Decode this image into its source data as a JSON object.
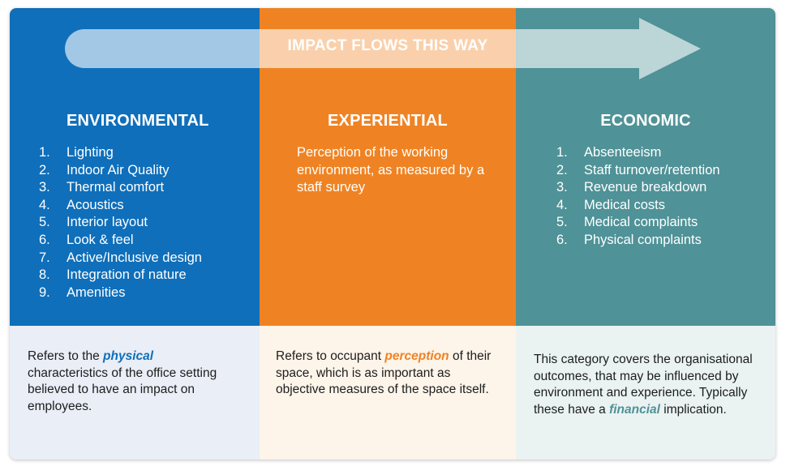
{
  "arrow": {
    "label": "IMPACT FLOWS THIS WAY"
  },
  "colors": {
    "environmental": "#0f6fba",
    "experiential": "#ef8323",
    "economic": "#4f9297"
  },
  "columns": {
    "environmental": {
      "heading": "ENVIRONMENTAL",
      "items": [
        {
          "num": "1.",
          "text": "Lighting"
        },
        {
          "num": "2.",
          "text": "Indoor Air Quality"
        },
        {
          "num": "3.",
          "text": "Thermal comfort"
        },
        {
          "num": "4.",
          "text": "Acoustics"
        },
        {
          "num": "5.",
          "text": "Interior layout"
        },
        {
          "num": "6.",
          "text": "Look & feel"
        },
        {
          "num": "7.",
          "text": "Active/Inclusive design"
        },
        {
          "num": "8.",
          "text": "Integration of nature"
        },
        {
          "num": "9.",
          "text": "Amenities"
        }
      ],
      "desc_before": "Refers to the ",
      "desc_emphasis": "physical",
      "desc_after": " characteristics of the office setting believed to have an impact on employees."
    },
    "experiential": {
      "heading": "EXPERIENTIAL",
      "text": "Perception of the working environment, as measured by a staff survey",
      "desc_before": "Refers to occupant ",
      "desc_emphasis": "perception",
      "desc_after": " of their space, which is as important as objective measures of the space itself."
    },
    "economic": {
      "heading": "ECONOMIC",
      "items": [
        {
          "num": "1.",
          "text": "Absenteeism"
        },
        {
          "num": "2.",
          "text": "Staff turnover/retention"
        },
        {
          "num": "3.",
          "text": "Revenue breakdown"
        },
        {
          "num": "4.",
          "text": "Medical costs"
        },
        {
          "num": "5.",
          "text": "Medical complaints"
        },
        {
          "num": "6.",
          "text": "Physical complaints"
        }
      ],
      "desc_before": "This category covers the organisational outcomes, that may be influenced by environment and experience. Typically these have a ",
      "desc_emphasis": "financial",
      "desc_after": " implication."
    }
  }
}
